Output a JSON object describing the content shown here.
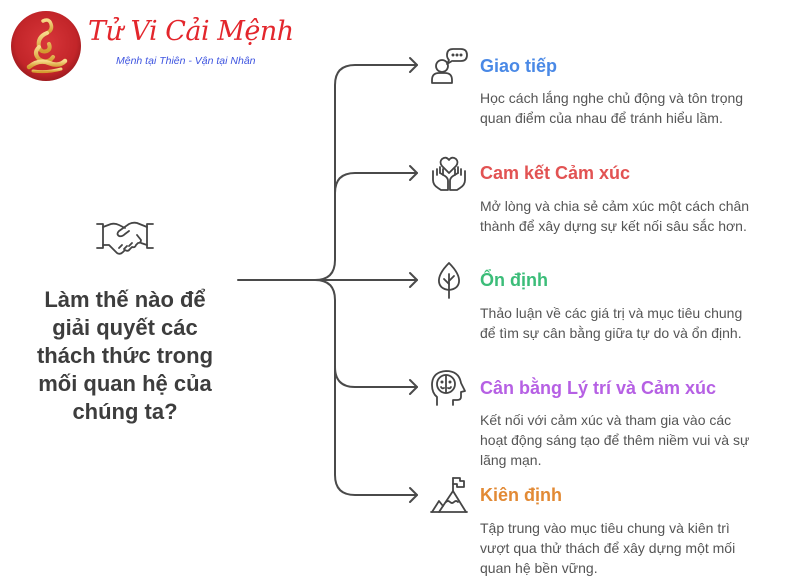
{
  "logo": {
    "icon": "buddha-logo-icon",
    "title": "Tử Vi Cải Mệnh",
    "tagline": "Mệnh tại Thiên - Vận tại Nhân",
    "title_color": "#e3262c",
    "tagline_color": "#3f55e0",
    "badge_color": "#c4272b"
  },
  "central": {
    "icon": "handshake-icon",
    "question": "Làm thế nào để giải quyết các thách thức trong mối quan hệ của chúng ta?",
    "question_lines": [
      "Làm thế nào để",
      "giải quyết các",
      "thách thức trong",
      "mối quan hệ của",
      "chúng ta?"
    ]
  },
  "connector_color": "#4a4a4a",
  "branches": [
    {
      "icon": "person-speech-bubble-icon",
      "title": "Giao tiếp",
      "color": "#4a89e6",
      "description": "Học cách lắng nghe chủ động và tôn trọng quan điểm của nhau để tránh hiểu lầm.",
      "description_lines": [
        "Học cách lắng nghe chủ động và tôn trọng",
        "quan điểm của nhau để tránh hiểu lầm."
      ]
    },
    {
      "icon": "hands-heart-icon",
      "title": "Cam kết Cảm xúc",
      "color": "#e25353",
      "description": "Mở lòng và chia sẻ cảm xúc một cách chân thành để xây dựng sự kết nối sâu sắc hơn.",
      "description_lines": [
        "Mở lòng và chia sẻ cảm xúc một cách chân",
        "thành để xây dựng sự kết nối sâu sắc hơn."
      ]
    },
    {
      "icon": "tree-leaf-icon",
      "title": "Ổn định",
      "color": "#3cbd79",
      "description": "Thảo luận về các giá trị và mục tiêu chung để tìm sự cân bằng giữa tự do và ổn định.",
      "description_lines": [
        "Thảo luận về các giá trị và mục tiêu chung",
        "để tìm sự cân bằng giữa tự do và ổn định."
      ]
    },
    {
      "icon": "head-mind-icon",
      "title": "Cân bằng Lý trí và Cảm xúc",
      "color": "#b660e4",
      "description": "Kết nối với cảm xúc và tham gia vào các hoạt động sáng tạo để thêm niềm vui và sự lãng mạn.",
      "description_lines": [
        "Kết nối với cảm xúc và tham gia vào các",
        "hoạt động sáng tạo để thêm niềm vui và sự",
        "lãng mạn."
      ]
    },
    {
      "icon": "mountain-flag-icon",
      "title": "Kiên định",
      "color": "#e28a35",
      "description": "Tập trung vào mục tiêu chung và kiên trì vượt qua thử thách để xây dựng một mối quan hệ bền vững.",
      "description_lines": [
        "Tập trung vào mục tiêu chung và kiên trì",
        "vượt qua thử thách để xây dựng một mối",
        "quan hệ bền vững."
      ]
    }
  ]
}
